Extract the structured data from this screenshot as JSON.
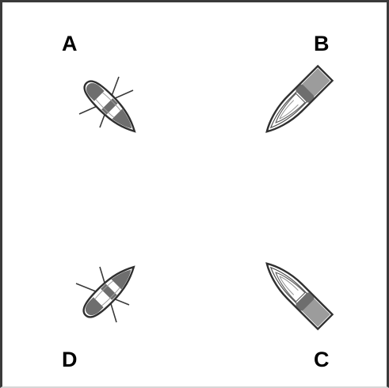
{
  "labels": {
    "a": "A",
    "b": "B",
    "c": "C",
    "d": "D"
  },
  "colors": {
    "hull_outline": "#2f2f2f",
    "hull_fill": "#ffffff",
    "dark_section": "#6e6e6e",
    "deck_gray": "#9c9c9c",
    "oar": "#3a3a3a",
    "frame_border": "#3a3a3a"
  },
  "vessels": [
    {
      "label": "A",
      "kind": "rowing-boat"
    },
    {
      "label": "B",
      "kind": "motor-boat"
    },
    {
      "label": "C",
      "kind": "motor-boat"
    },
    {
      "label": "D",
      "kind": "rowing-boat"
    }
  ]
}
